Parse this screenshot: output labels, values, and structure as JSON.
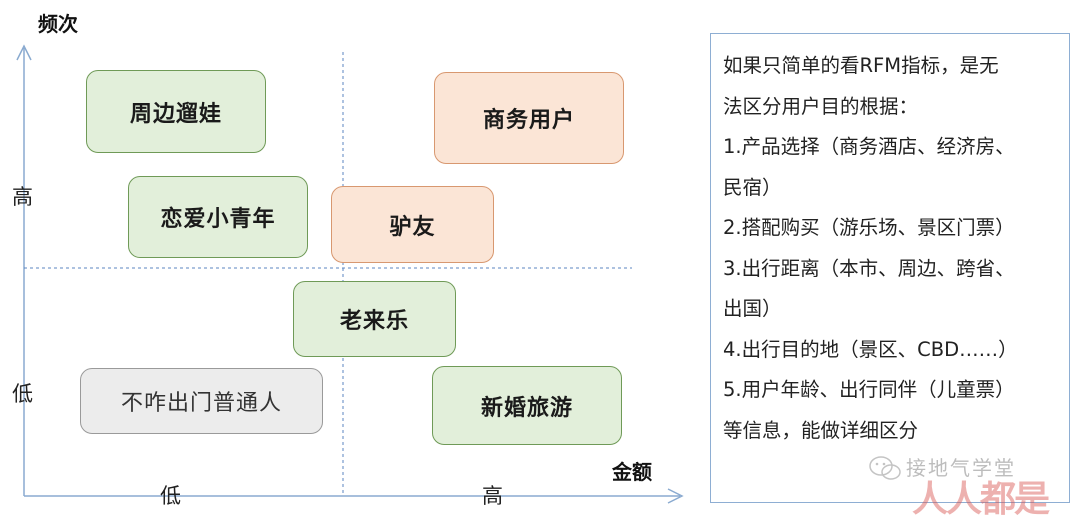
{
  "axes": {
    "y_title": "频次",
    "x_title": "金额",
    "y_high": "高",
    "y_low": "低",
    "x_low": "低",
    "x_high": "高"
  },
  "boxes": {
    "zhoubian": "周边遛娃",
    "shangwu": "商务用户",
    "lianai": "恋爱小青年",
    "lvyou": "驴友",
    "laolaile": "老来乐",
    "buzha": "不咋出门普通人",
    "xinhun": "新婚旅游"
  },
  "note": {
    "lines": [
      "如果只简单的看RFM指标，是无",
      "法区分用户目的根据：",
      "1.产品选择（商务酒店、经济房、",
      "民宿）",
      "2.搭配购买（游乐场、景区门票）",
      "3.出行距离（本市、周边、跨省、",
      "出国）",
      "4.出行目的地（景区、CBD……）",
      "5.用户年龄、出行同伴（儿童票）",
      "等信息，能做详细区分"
    ]
  },
  "watermark": {
    "text": "接地气学堂",
    "logo": "人人都是产品经理"
  },
  "colors": {
    "axis": "#8aaad0",
    "green_fill": "#e2efda",
    "orange_fill": "#fbe5d6",
    "gray_fill": "#ececec"
  }
}
